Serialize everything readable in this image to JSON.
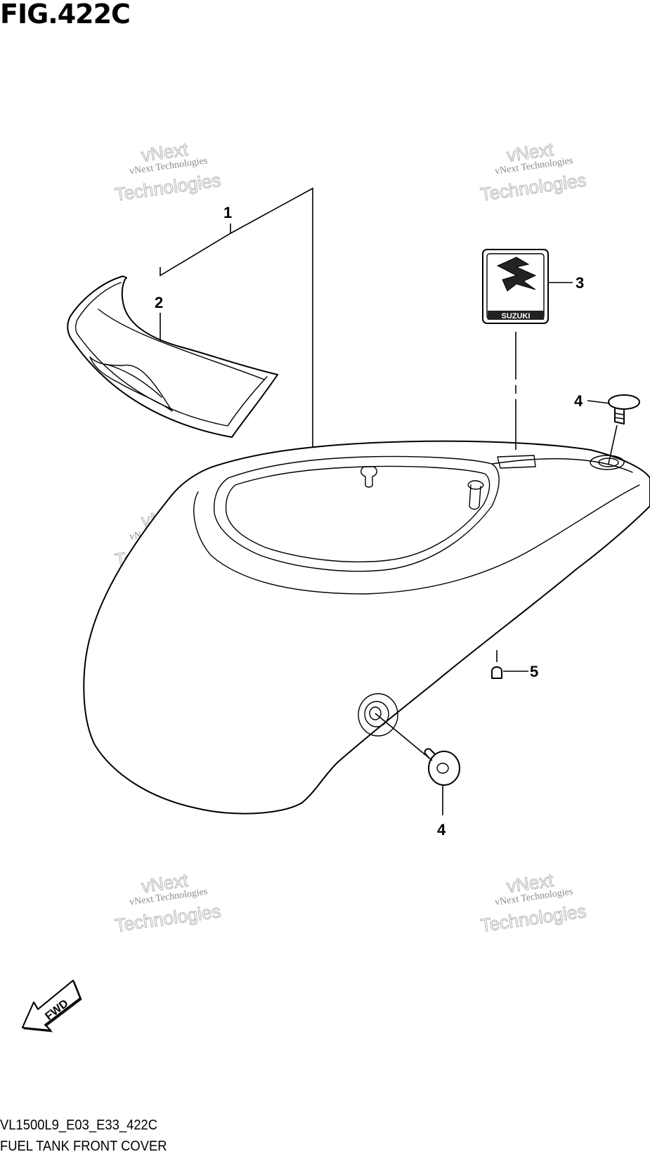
{
  "figure": {
    "title": "FIG.422C",
    "model_code": "VL1500L9_E03_E33_422C",
    "part_name": "FUEL TANK FRONT COVER"
  },
  "callouts": [
    {
      "id": "c1",
      "label": "1"
    },
    {
      "id": "c2",
      "label": "2"
    },
    {
      "id": "c3",
      "label": "3"
    },
    {
      "id": "c4a",
      "label": "4"
    },
    {
      "id": "c5",
      "label": "5"
    },
    {
      "id": "c4b",
      "label": "4"
    }
  ],
  "emblem": {
    "brand_text": "SUZUKI"
  },
  "direction_arrow": {
    "label": "FWD"
  },
  "watermark": {
    "line1": "vNext Technologies",
    "line2": "vNext",
    "line3": "Technologies"
  }
}
